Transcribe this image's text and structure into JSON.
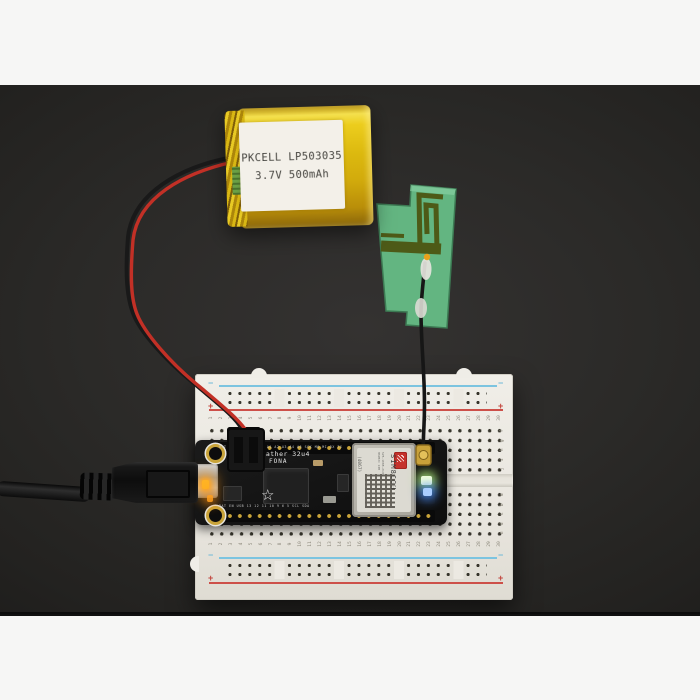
{
  "photo_alt": "Adafruit Feather 32u4 FONA on breadboard with LiPo battery and GSM antenna",
  "battery": {
    "label_line1": "PKCELL LP503035",
    "label_line2": "3.7V 500mAh"
  },
  "feather": {
    "silk_title": "Feather 32u4",
    "silk_subtitle": "FONA",
    "top_pin_labels": "RST 3V ARef GND A0 A1 A2 A3 A4 A5 SCK MO MI RX TX",
    "bottom_pin_labels": "BAT EN USB 13 12 11 10 9 6 5 SCL SDA",
    "star_glyph": "☆"
  },
  "sim_module": {
    "model": "SIM800H",
    "code": "(4067)",
    "tiny_line1": "S25-1068-Z145",
    "tiny_line2": "H32M2C 24M"
  },
  "breadboard": {
    "numbers": [
      "1",
      "2",
      "3",
      "4",
      "5",
      "6",
      "7",
      "8",
      "9",
      "10",
      "11",
      "12",
      "13",
      "14",
      "15",
      "16",
      "17",
      "18",
      "19",
      "20",
      "21",
      "22",
      "23",
      "24",
      "25",
      "26",
      "27",
      "28",
      "29",
      "30"
    ],
    "letters_top": [
      "f",
      "g",
      "h",
      "i",
      "j"
    ],
    "letters_bottom": [
      "a",
      "b",
      "c",
      "d",
      "e"
    ],
    "plus": "+",
    "minus": "−"
  },
  "colors": {
    "background": "#2b2a28",
    "battery_yellow": "#dcb90f",
    "antenna_green": "#63b581",
    "antenna_trace": "#4d5a17",
    "rail_red": "#cd5049",
    "rail_blue": "#7cc4e0",
    "led_orange": "#ffb324",
    "led_blue": "#a9cdff",
    "led_green": "#f2ffd9",
    "sim_logo_red": "#c5322c",
    "pcb_black": "#141414"
  }
}
